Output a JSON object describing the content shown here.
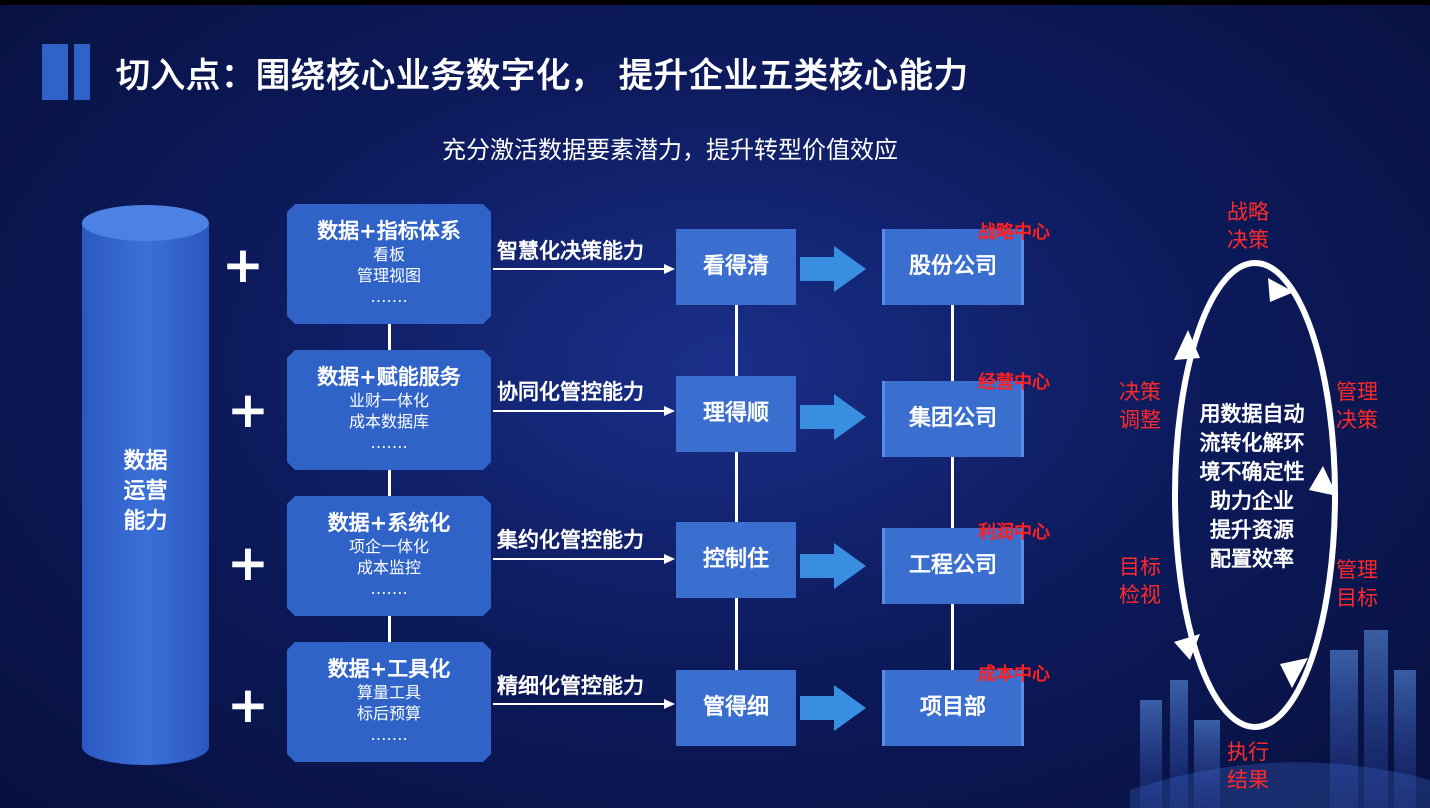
{
  "title": "切入点：围绕核心业务数字化， 提升企业五类核心能力",
  "subtitle": "充分激活数据要素潜力，提升转型价值效应",
  "base": {
    "label_lines": [
      "数据",
      "运营",
      "能力"
    ]
  },
  "plus_symbol": "+",
  "rows": [
    {
      "card": {
        "heading": "数据+指标体系",
        "lines": [
          "看板",
          "管理视图",
          "……."
        ]
      },
      "capability": "智慧化决策能力",
      "outcome": "看得清",
      "company": "股份公司",
      "center": "战略中心"
    },
    {
      "card": {
        "heading": "数据+赋能服务",
        "lines": [
          "业财一体化",
          "成本数据库",
          "……."
        ]
      },
      "capability": "协同化管控能力",
      "outcome": "理得顺",
      "company": "集团公司",
      "center": "经营中心"
    },
    {
      "card": {
        "heading": "数据+系统化",
        "lines": [
          "项企一体化",
          "成本监控",
          "……."
        ]
      },
      "capability": "集约化管控能力",
      "outcome": "控制住",
      "company": "工程公司",
      "center": "利润中心"
    },
    {
      "card": {
        "heading": "数据+工具化",
        "lines": [
          "算量工具",
          "标后预算",
          "……."
        ]
      },
      "capability": "精细化管控能力",
      "outcome": "管得细",
      "company": "项目部",
      "center": "成本中心"
    }
  ],
  "cycle": {
    "center_lines": [
      "用数据自动",
      "流转化解环",
      "境不确定性",
      "助力企业",
      "提升资源",
      "配置效率"
    ],
    "labels": {
      "top": [
        "战略",
        "决策"
      ],
      "right_upper": [
        "管理",
        "决策"
      ],
      "right_lower": [
        "管理",
        "目标"
      ],
      "bottom": [
        "执行",
        "结果"
      ],
      "left_lower": [
        "目标",
        "检视"
      ],
      "left_upper": [
        "决策",
        "调整"
      ]
    }
  },
  "colors": {
    "background": "#0d1b5e",
    "card": "#2f63c8",
    "box": "#3a6fd0",
    "arrow": "#3a8ee0",
    "tag": "#ff2020"
  }
}
